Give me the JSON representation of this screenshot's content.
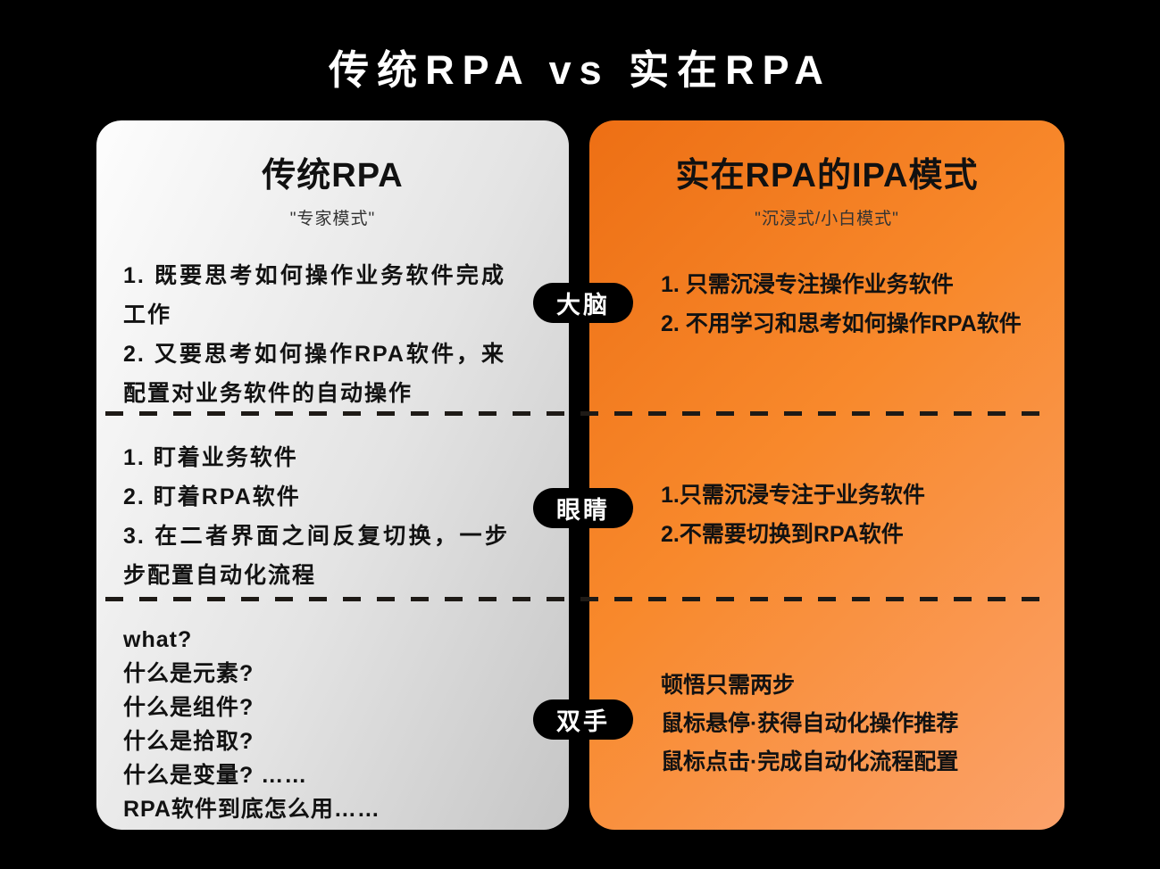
{
  "page": {
    "title": "传统RPA vs 实在RPA"
  },
  "colors": {
    "background": "#000000",
    "left_panel_start": "#fdfdfd",
    "left_panel_end": "#c6c6c6",
    "right_panel_start": "#ed6f14",
    "right_panel_mid": "#f8892c",
    "right_panel_end": "#fba26b",
    "badge_bg": "#000000",
    "badge_text": "#ffffff",
    "divider": "#1e1a16"
  },
  "left_panel": {
    "title": "传统RPA",
    "subtitle": "\"专家模式\"",
    "rows": [
      {
        "lines": [
          "1. 既要思考如何操作业务软件完成工作",
          "2. 又要思考如何操作RPA软件，来配置对业务软件的自动操作"
        ]
      },
      {
        "lines": [
          "1. 盯着业务软件",
          "2. 盯着RPA软件",
          "3. 在二者界面之间反复切换，一步步配置自动化流程"
        ]
      },
      {
        "lines": [
          "what?",
          "什么是元素?",
          "什么是组件?",
          "什么是拾取?",
          "什么是变量? ……",
          "RPA软件到底怎么用……"
        ]
      }
    ]
  },
  "right_panel": {
    "title": "实在RPA的IPA模式",
    "subtitle": "\"沉浸式/小白模式\"",
    "rows": [
      {
        "lines": [
          "1. 只需沉浸专注操作业务软件",
          "2. 不用学习和思考如何操作RPA软件"
        ]
      },
      {
        "lines": [
          "1.只需沉浸专注于业务软件",
          "2.不需要切换到RPA软件"
        ]
      },
      {
        "lines": [
          "顿悟只需两步",
          "鼠标悬停·获得自动化操作推荐",
          "鼠标点击·完成自动化流程配置"
        ]
      }
    ]
  },
  "badges": [
    {
      "label": "大脑"
    },
    {
      "label": "眼睛"
    },
    {
      "label": "双手"
    }
  ]
}
